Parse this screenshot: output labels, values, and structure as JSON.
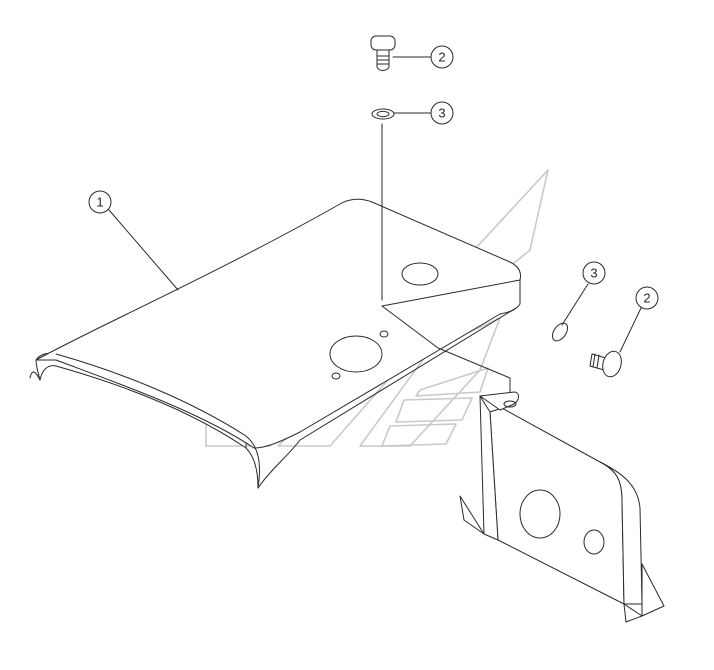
{
  "callouts": [
    {
      "label": "1"
    },
    {
      "label": "2"
    },
    {
      "label": "3"
    },
    {
      "label": "3"
    },
    {
      "label": "2"
    }
  ]
}
